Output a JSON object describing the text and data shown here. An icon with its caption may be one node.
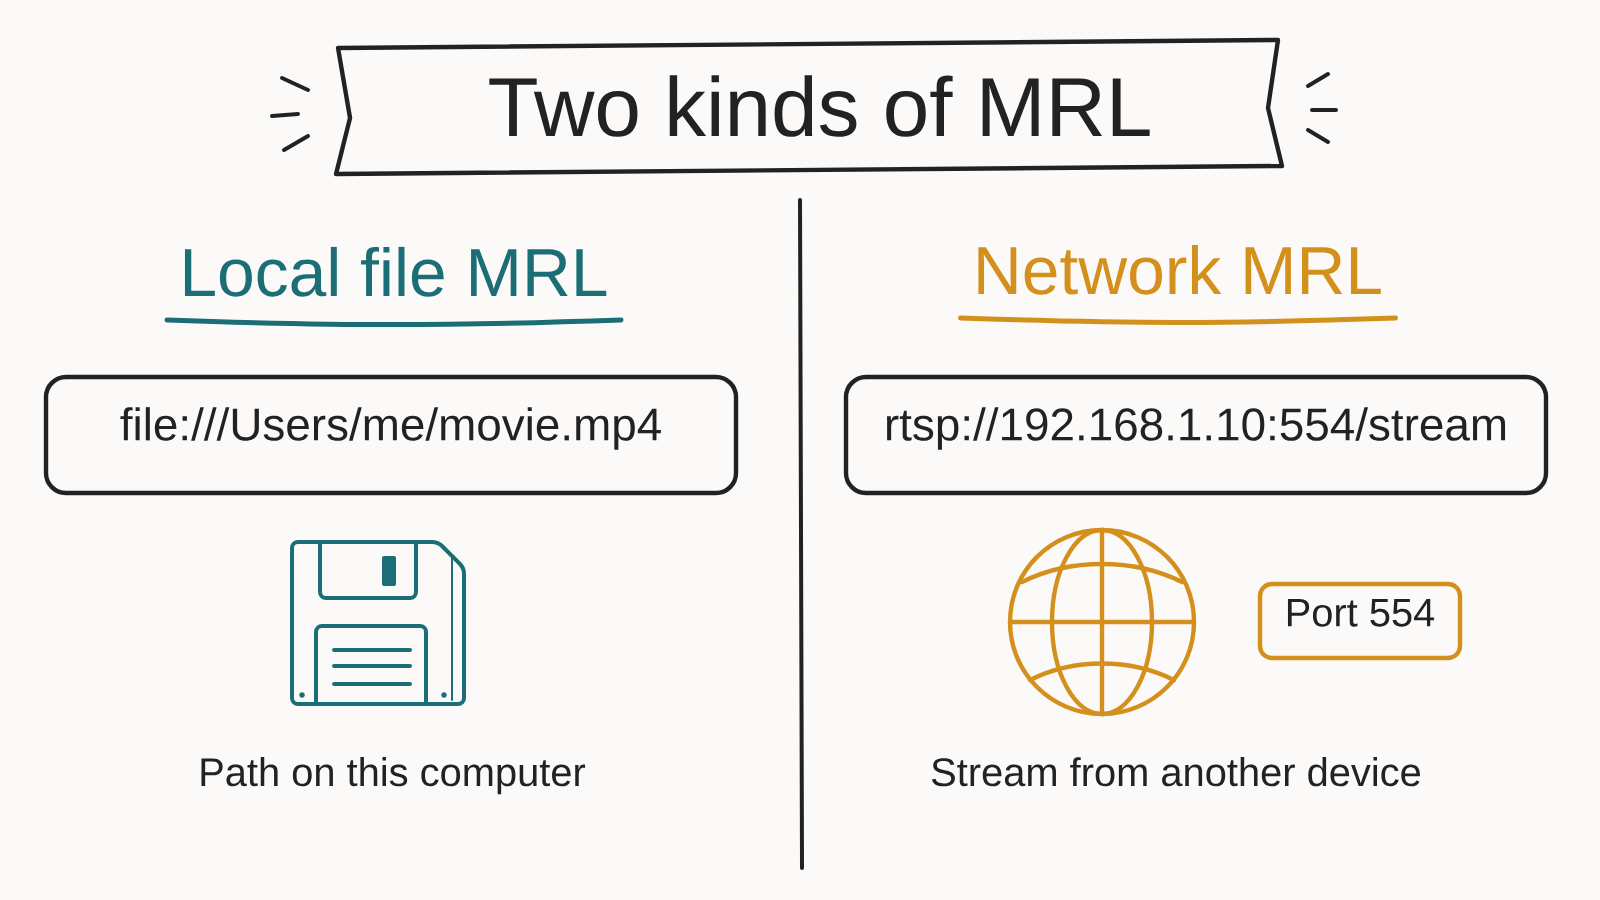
{
  "diagram": {
    "title": "Two kinds of MRL",
    "nodes": [
      {
        "text": [
          "file:///Users/me/movie.mp4"
        ]
      },
      {
        "text": [
          "rtsp://192.168.1.10:554/stream"
        ]
      },
      {
        "text": [
          "Port 554"
        ]
      }
    ],
    "labels": [
      "Local file MRL",
      "Network MRL",
      "Path on this computer",
      "Stream from another device"
    ]
  }
}
